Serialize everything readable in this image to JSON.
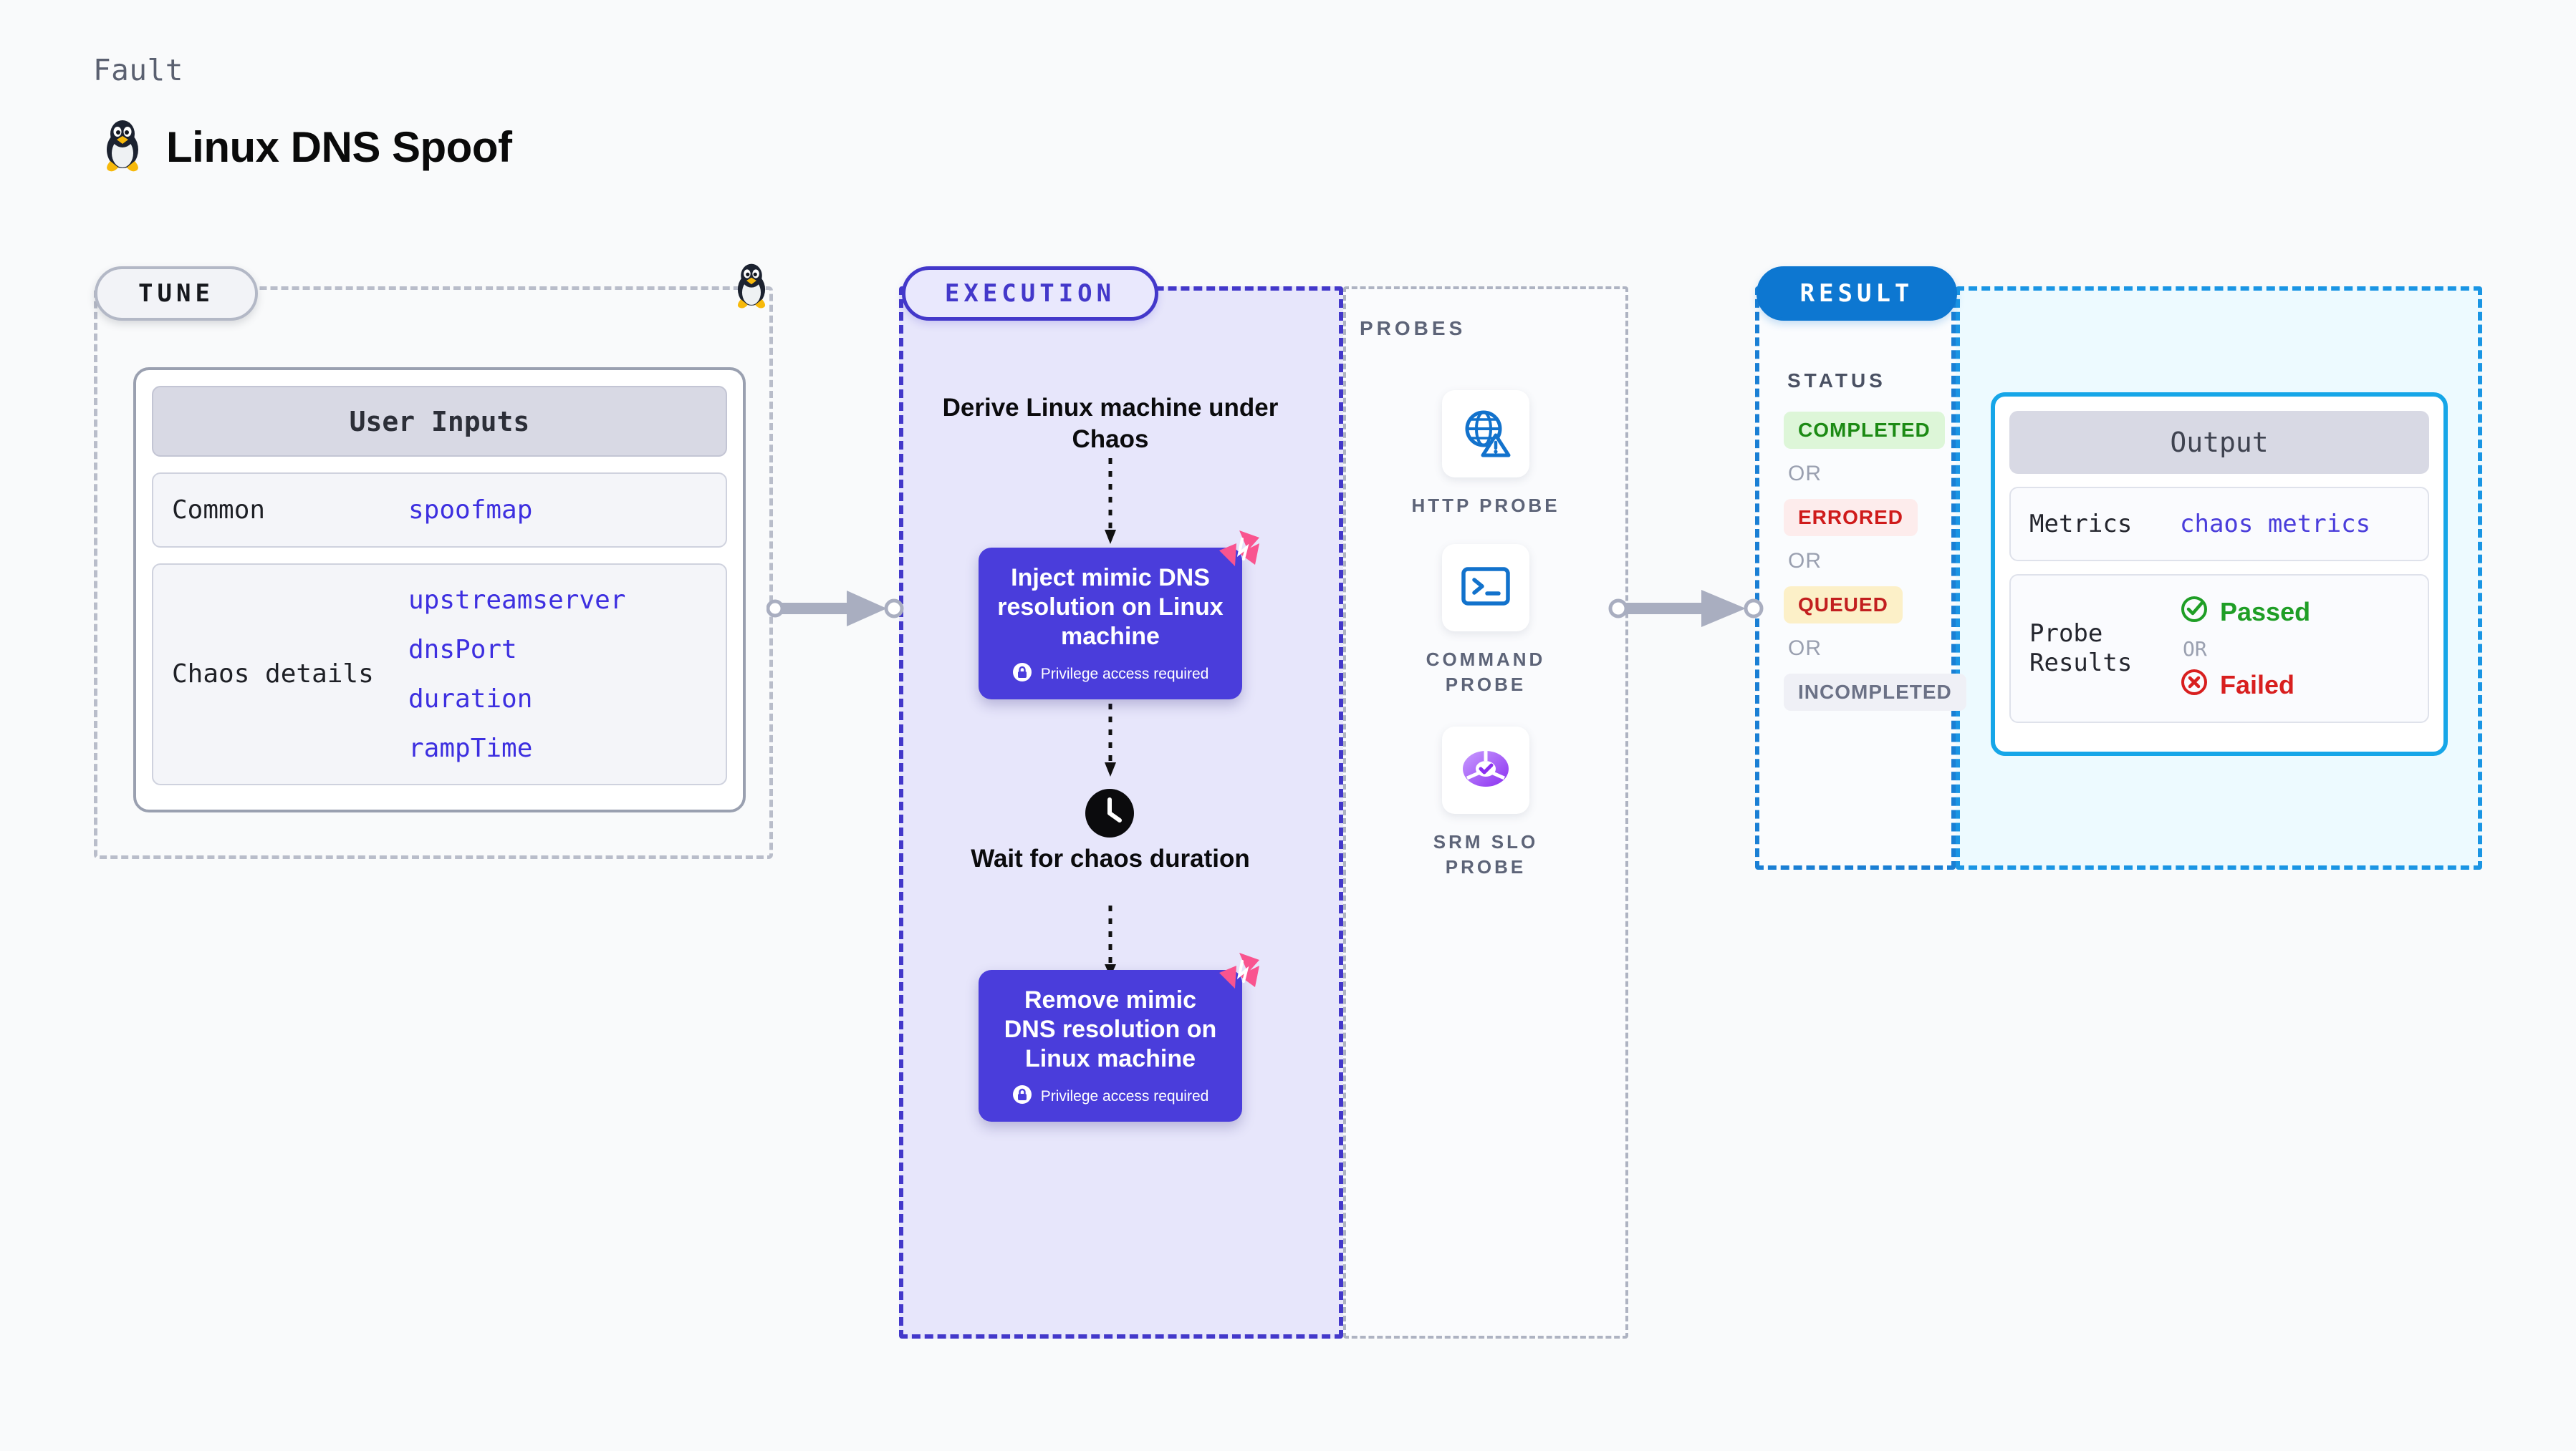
{
  "header": {
    "kicker": "Fault",
    "title": "Linux DNS Spoof",
    "icon": "linux-penguin-icon"
  },
  "tune": {
    "badge": "TUNE",
    "card_title": "User Inputs",
    "rows": [
      {
        "key": "Common",
        "values": [
          "spoofmap"
        ]
      },
      {
        "key": "Chaos details",
        "values": [
          "upstreamserver",
          "dnsPort",
          "duration",
          "rampTime"
        ]
      }
    ]
  },
  "execution": {
    "badge": "EXECUTION",
    "derive_caption": "Derive Linux machine under Chaos",
    "wait_caption": "Wait for chaos duration",
    "nodes": [
      {
        "title": "Inject mimic DNS resolution on Linux machine",
        "privilege": "Privilege access required"
      },
      {
        "title": "Remove mimic DNS resolution on Linux machine",
        "privilege": "Privilege access required"
      }
    ]
  },
  "probes": {
    "label": "PROBES",
    "items": [
      {
        "label": "HTTP PROBE",
        "icon": "globe-warning-icon"
      },
      {
        "label": "COMMAND PROBE",
        "icon": "terminal-icon"
      },
      {
        "label": "SRM SLO PROBE",
        "icon": "slo-donut-check-icon"
      }
    ]
  },
  "result": {
    "badge": "RESULT",
    "status_label": "STATUS",
    "or_text": "OR",
    "statuses": [
      {
        "text": "COMPLETED",
        "bg": "#ddf6d8",
        "fg": "#1c8a14"
      },
      {
        "text": "ERRORED",
        "bg": "#fdecec",
        "fg": "#cf1b1b"
      },
      {
        "text": "QUEUED",
        "bg": "#fcf0c8",
        "fg": "#c21f1f"
      },
      {
        "text": "INCOMPLETED",
        "bg": "#eff0f6",
        "fg": "#6b7186"
      }
    ]
  },
  "output": {
    "card_title": "Output",
    "metrics_key": "Metrics",
    "metrics_value": "chaos metrics",
    "probe_results_key": "Probe Results",
    "passed": "Passed",
    "or_text": "OR",
    "failed": "Failed"
  },
  "colors": {
    "tune_border": "#b9bdca",
    "execution": "#4338ca",
    "node_purple": "#4a3ddb",
    "result_blue": "#0d77d1",
    "output_cyan": "#16a6e8",
    "accent_pink": "#f9548f",
    "mono_value": "#3d2fe0"
  }
}
